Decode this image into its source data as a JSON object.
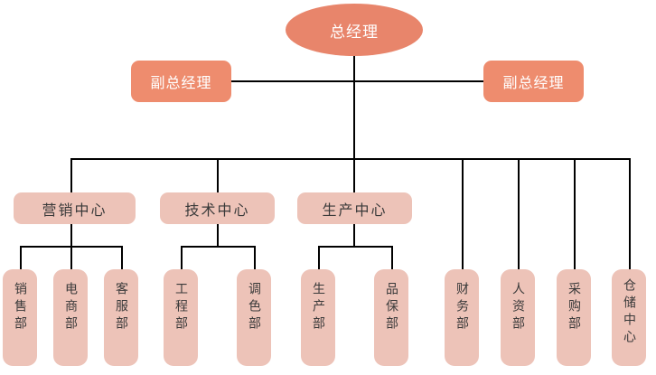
{
  "chart": {
    "type": "org-chart",
    "title": "",
    "colors": {
      "root_fill": "#e8856b",
      "deputy_fill": "#ee8c6e",
      "center_fill": "#edc3b8",
      "department_fill": "#edc3b8",
      "root_text": "#ffffff",
      "deputy_text": "#ffffff",
      "center_text": "#3a3a3a",
      "department_text": "#3a3a3a",
      "connector": "#000000",
      "background": "#ffffff"
    },
    "root": {
      "label": "总经理",
      "shape": "ellipse"
    },
    "deputies": [
      {
        "label": "副总经理",
        "side": "left"
      },
      {
        "label": "副总经理",
        "side": "right"
      }
    ],
    "centers": [
      {
        "label": "营销中心",
        "children": [
          "销售部",
          "电商部",
          "客服部"
        ]
      },
      {
        "label": "技术中心",
        "children": [
          "工程部",
          "调色部"
        ]
      },
      {
        "label": "生产中心",
        "children": [
          "生产部",
          "品保部"
        ]
      }
    ],
    "direct_departments": [
      "财务部",
      "人资部",
      "采购部",
      "仓储中心"
    ],
    "departments": [
      "销售部",
      "电商部",
      "客服部",
      "工程部",
      "调色部",
      "生产部",
      "品保部",
      "财务部",
      "人资部",
      "采购部",
      "仓储中心"
    ]
  }
}
